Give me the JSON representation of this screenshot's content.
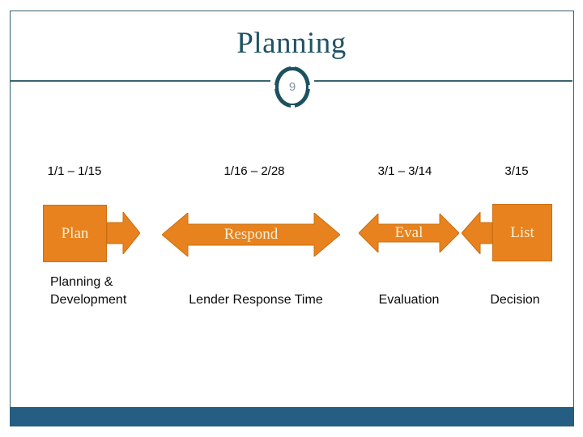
{
  "slide": {
    "title": "Planning",
    "page_number": "9"
  },
  "timeline": {
    "columns": [
      {
        "date": "1/1 – 1/15",
        "shape_label": "Plan",
        "shape_type": "square-with-right-arrow",
        "caption": "Planning & Development"
      },
      {
        "date": "1/16 – 2/28",
        "shape_label": "Respond",
        "shape_type": "double-headed-arrow",
        "caption": "Lender Response Time"
      },
      {
        "date": "3/1 – 3/14",
        "shape_label": "Eval",
        "shape_type": "double-headed-arrow",
        "caption": "Evaluation"
      },
      {
        "date": "3/15",
        "shape_label": "List",
        "shape_type": "square-with-left-arrow",
        "caption": "Decision"
      }
    ]
  },
  "colors": {
    "accent_orange": "#e8821e",
    "title_teal": "#1f5363",
    "footer_blue": "#255e82",
    "shape_text_cream": "#f7f1d9"
  }
}
